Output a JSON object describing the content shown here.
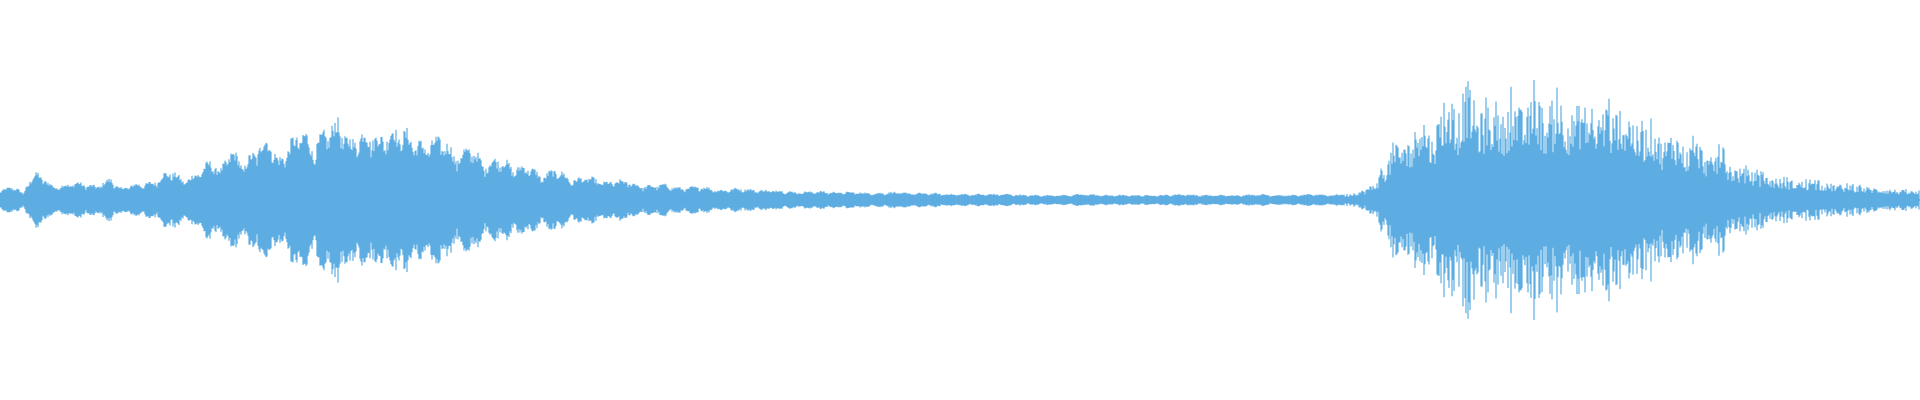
{
  "waveform": {
    "color": "#5dade2",
    "background": "#ffffff",
    "envelope": [
      [
        0.0,
        0.05
      ],
      [
        0.008,
        0.07
      ],
      [
        0.012,
        0.03
      ],
      [
        0.015,
        0.1
      ],
      [
        0.02,
        0.14
      ],
      [
        0.026,
        0.08
      ],
      [
        0.03,
        0.07
      ],
      [
        0.04,
        0.09
      ],
      [
        0.05,
        0.07
      ],
      [
        0.058,
        0.11
      ],
      [
        0.062,
        0.06
      ],
      [
        0.07,
        0.08
      ],
      [
        0.08,
        0.09
      ],
      [
        0.085,
        0.13
      ],
      [
        0.09,
        0.15
      ],
      [
        0.095,
        0.1
      ],
      [
        0.1,
        0.12
      ],
      [
        0.11,
        0.2
      ],
      [
        0.115,
        0.15
      ],
      [
        0.12,
        0.26
      ],
      [
        0.127,
        0.18
      ],
      [
        0.135,
        0.28
      ],
      [
        0.14,
        0.32
      ],
      [
        0.145,
        0.2
      ],
      [
        0.152,
        0.3
      ],
      [
        0.158,
        0.36
      ],
      [
        0.163,
        0.26
      ],
      [
        0.17,
        0.36
      ],
      [
        0.176,
        0.4
      ],
      [
        0.182,
        0.3
      ],
      [
        0.19,
        0.35
      ],
      [
        0.197,
        0.32
      ],
      [
        0.205,
        0.36
      ],
      [
        0.212,
        0.34
      ],
      [
        0.22,
        0.28
      ],
      [
        0.23,
        0.32
      ],
      [
        0.238,
        0.22
      ],
      [
        0.245,
        0.28
      ],
      [
        0.252,
        0.18
      ],
      [
        0.26,
        0.22
      ],
      [
        0.268,
        0.16
      ],
      [
        0.275,
        0.18
      ],
      [
        0.282,
        0.12
      ],
      [
        0.29,
        0.16
      ],
      [
        0.298,
        0.1
      ],
      [
        0.305,
        0.12
      ],
      [
        0.315,
        0.09
      ],
      [
        0.325,
        0.1
      ],
      [
        0.335,
        0.07
      ],
      [
        0.345,
        0.08
      ],
      [
        0.355,
        0.06
      ],
      [
        0.365,
        0.07
      ],
      [
        0.375,
        0.05
      ],
      [
        0.385,
        0.06
      ],
      [
        0.395,
        0.05
      ],
      [
        0.405,
        0.05
      ],
      [
        0.415,
        0.04
      ],
      [
        0.425,
        0.045
      ],
      [
        0.435,
        0.04
      ],
      [
        0.445,
        0.04
      ],
      [
        0.455,
        0.035
      ],
      [
        0.465,
        0.04
      ],
      [
        0.475,
        0.035
      ],
      [
        0.485,
        0.035
      ],
      [
        0.495,
        0.03
      ],
      [
        0.505,
        0.03
      ],
      [
        0.515,
        0.03
      ],
      [
        0.525,
        0.03
      ],
      [
        0.535,
        0.025
      ],
      [
        0.545,
        0.025
      ],
      [
        0.555,
        0.025
      ],
      [
        0.565,
        0.03
      ],
      [
        0.575,
        0.025
      ],
      [
        0.585,
        0.025
      ],
      [
        0.595,
        0.025
      ],
      [
        0.605,
        0.025
      ],
      [
        0.615,
        0.03
      ],
      [
        0.625,
        0.025
      ],
      [
        0.635,
        0.025
      ],
      [
        0.645,
        0.025
      ],
      [
        0.655,
        0.03
      ],
      [
        0.665,
        0.025
      ],
      [
        0.675,
        0.025
      ],
      [
        0.685,
        0.03
      ],
      [
        0.695,
        0.025
      ],
      [
        0.703,
        0.04
      ],
      [
        0.71,
        0.06
      ],
      [
        0.716,
        0.1
      ],
      [
        0.722,
        0.22
      ],
      [
        0.728,
        0.36
      ],
      [
        0.734,
        0.28
      ],
      [
        0.74,
        0.55
      ],
      [
        0.746,
        0.36
      ],
      [
        0.752,
        0.62
      ],
      [
        0.758,
        0.46
      ],
      [
        0.764,
        0.72
      ],
      [
        0.77,
        0.5
      ],
      [
        0.776,
        0.56
      ],
      [
        0.782,
        0.48
      ],
      [
        0.788,
        0.62
      ],
      [
        0.794,
        0.5
      ],
      [
        0.8,
        0.66
      ],
      [
        0.806,
        0.46
      ],
      [
        0.812,
        0.62
      ],
      [
        0.818,
        0.5
      ],
      [
        0.824,
        0.6
      ],
      [
        0.83,
        0.46
      ],
      [
        0.836,
        0.58
      ],
      [
        0.842,
        0.44
      ],
      [
        0.848,
        0.54
      ],
      [
        0.854,
        0.4
      ],
      [
        0.86,
        0.48
      ],
      [
        0.866,
        0.34
      ],
      [
        0.872,
        0.42
      ],
      [
        0.878,
        0.3
      ],
      [
        0.884,
        0.36
      ],
      [
        0.89,
        0.24
      ],
      [
        0.896,
        0.3
      ],
      [
        0.902,
        0.2
      ],
      [
        0.91,
        0.18
      ],
      [
        0.92,
        0.14
      ],
      [
        0.93,
        0.12
      ],
      [
        0.94,
        0.11
      ],
      [
        0.95,
        0.1
      ],
      [
        0.96,
        0.09
      ],
      [
        0.97,
        0.08
      ],
      [
        0.98,
        0.07
      ],
      [
        0.99,
        0.06
      ],
      [
        1.0,
        0.05
      ]
    ]
  }
}
